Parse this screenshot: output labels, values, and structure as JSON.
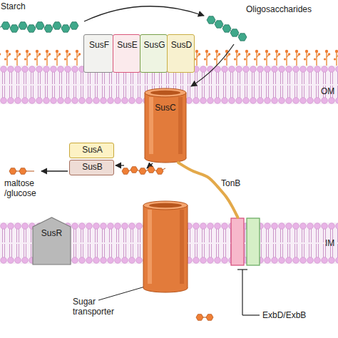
{
  "diagram": {
    "nodes": [
      {
        "text": [
          "SusF"
        ]
      },
      {
        "text": [
          "SusE"
        ]
      },
      {
        "text": [
          "SusG"
        ]
      },
      {
        "text": [
          "SusD"
        ]
      },
      {
        "text": [
          "SusC"
        ]
      },
      {
        "text": [
          "SusA"
        ]
      },
      {
        "text": [
          "SusB"
        ]
      },
      {
        "text": [
          "SusR"
        ]
      },
      {
        "text": [
          "Sugar transporter"
        ]
      },
      {
        "text": [
          "ExbD/ExbB"
        ]
      }
    ],
    "edges": [
      {
        "from": 4,
        "to": 9,
        "arrow": "none",
        "label": "TonB"
      }
    ],
    "labels": [
      "Starch",
      "Oligosaccharides",
      "OM",
      "maltose /glucose",
      "IM"
    ]
  }
}
